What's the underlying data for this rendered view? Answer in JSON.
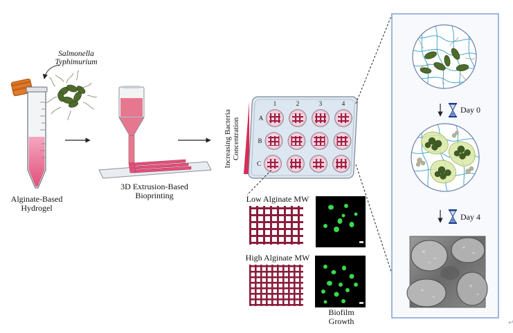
{
  "labels": {
    "organism_line1": "Salmonella",
    "organism_line2": "Typhimurium",
    "hydrogel_line1": "Alginate-Based",
    "hydrogel_line2": "Hydrogel",
    "printing_line1": "3D Extrusion-Based",
    "printing_line2": "Bioprinting",
    "axis_line1": "Increasing Bacteria",
    "axis_line2": "Concentration",
    "low_mw": "Low Alginate MW",
    "high_mw": "High Alginate MW",
    "biofilm_line1": "Biofilm",
    "biofilm_line2": "Growth",
    "day0": "Day 0",
    "day4": "Day 4"
  },
  "plate": {
    "columns": [
      "1",
      "2",
      "3",
      "4"
    ],
    "rows": [
      "A",
      "B",
      "C"
    ]
  },
  "colors": {
    "hydrogel_pink": "#e0507a",
    "plate_blue": "#dde7f1",
    "lattice_maroon": "#8b1d3b",
    "panel_border": "#7f9fd0",
    "microscopy_green": "#39d84a",
    "bacteria_green": "#4d6b2a"
  },
  "icons": {
    "next_arrow": "arrow-right-icon",
    "timer": "hourglass-icon",
    "corner": "back-arrow-icon"
  }
}
